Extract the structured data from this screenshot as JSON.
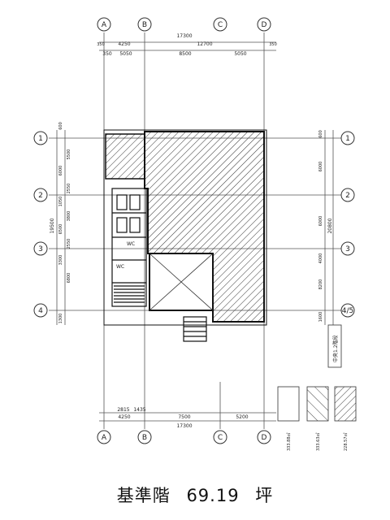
{
  "plan": {
    "col_axes_top": [
      "A",
      "B",
      "C",
      "D"
    ],
    "col_axes_bottom": [
      "A",
      "B",
      "C",
      "D"
    ],
    "row_axes_left": [
      "1",
      "2",
      "3",
      "4"
    ],
    "row_axes_right": [
      "1",
      "2",
      "3",
      "4/5"
    ],
    "top_total": "17300",
    "top_spans": [
      "4250",
      "12700"
    ],
    "top_edge_dims": [
      "350",
      "350"
    ],
    "top_sub_spans": [
      "350",
      "5050",
      "8500",
      "5050"
    ],
    "bottom_first_row": [
      "2815",
      "1435"
    ],
    "bottom_spans": [
      "4250",
      "7500",
      "5200"
    ],
    "bottom_total": "17300",
    "left_total": "19500",
    "left_rows": [
      "600",
      "5500",
      "6000",
      "2550",
      "1050",
      "3800",
      "6500",
      "2550",
      "3300",
      "6800",
      "1300"
    ],
    "right_total": "20800",
    "right_rows": [
      "600",
      "6000",
      "6000",
      "4000",
      "8200",
      "1600"
    ],
    "room_labels": [
      "WC",
      "WC"
    ],
    "legend_values": [
      "333.88㎡",
      "333.63㎡",
      "228.57㎡"
    ],
    "right_note": "中央1.2階段"
  },
  "footer": {
    "floor_label": "基準階",
    "area_value": "69.19",
    "area_unit": "坪"
  }
}
